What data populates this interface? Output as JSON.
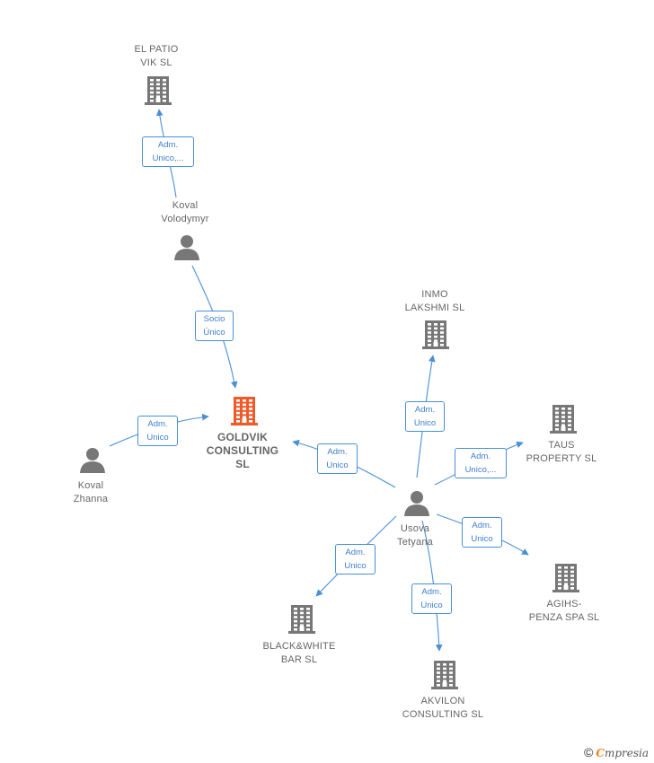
{
  "colors": {
    "edge": "#4a8fd8",
    "building": "#777777",
    "main_building": "#f05a28",
    "person": "#777777"
  },
  "nodes": {
    "el_patio": {
      "lines": [
        "EL PATIO",
        "VIK  SL"
      ],
      "icon": "building-icon"
    },
    "koval_volodymyr": {
      "lines": [
        "Koval",
        "Volodymyr"
      ],
      "icon": "person-icon"
    },
    "goldvik": {
      "lines": [
        "GOLDVIK",
        "CONSULTING",
        "SL"
      ],
      "icon": "building-icon"
    },
    "koval_zhanna": {
      "lines": [
        "Koval",
        "Zhanna"
      ],
      "icon": "person-icon"
    },
    "inmo": {
      "lines": [
        "INMO",
        "LAKSHMI  SL"
      ],
      "icon": "building-icon"
    },
    "taus": {
      "lines": [
        "TAUS",
        "PROPERTY  SL"
      ],
      "icon": "building-icon"
    },
    "usova": {
      "lines": [
        "Usova",
        "Tetyana"
      ],
      "icon": "person-icon"
    },
    "agihs": {
      "lines": [
        "AGIHS-",
        "PENZA SPA SL"
      ],
      "icon": "building-icon"
    },
    "blackwhite": {
      "lines": [
        "BLACK&WHITE",
        "BAR  SL"
      ],
      "icon": "building-icon"
    },
    "akvilon": {
      "lines": [
        "AKVILON",
        "CONSULTING SL"
      ],
      "icon": "building-icon"
    }
  },
  "edges": {
    "volodymyr_elpatio": [
      "Adm.",
      "Unico,..."
    ],
    "volodymyr_goldvik": [
      "Socio",
      "Único"
    ],
    "zhanna_goldvik": [
      "Adm.",
      "Unico"
    ],
    "usova_goldvik": [
      "Adm.",
      "Unico"
    ],
    "usova_inmo": [
      "Adm.",
      "Unico"
    ],
    "usova_taus": [
      "Adm.",
      "Unico,..."
    ],
    "usova_agihs": [
      "Adm.",
      "Unico"
    ],
    "usova_blackwhite": [
      "Adm.",
      "Unico"
    ],
    "usova_akvilon": [
      "Adm.",
      "Unico"
    ]
  },
  "footer": {
    "copyright": "©",
    "brand_first": "C",
    "brand_rest": "mpresia"
  }
}
